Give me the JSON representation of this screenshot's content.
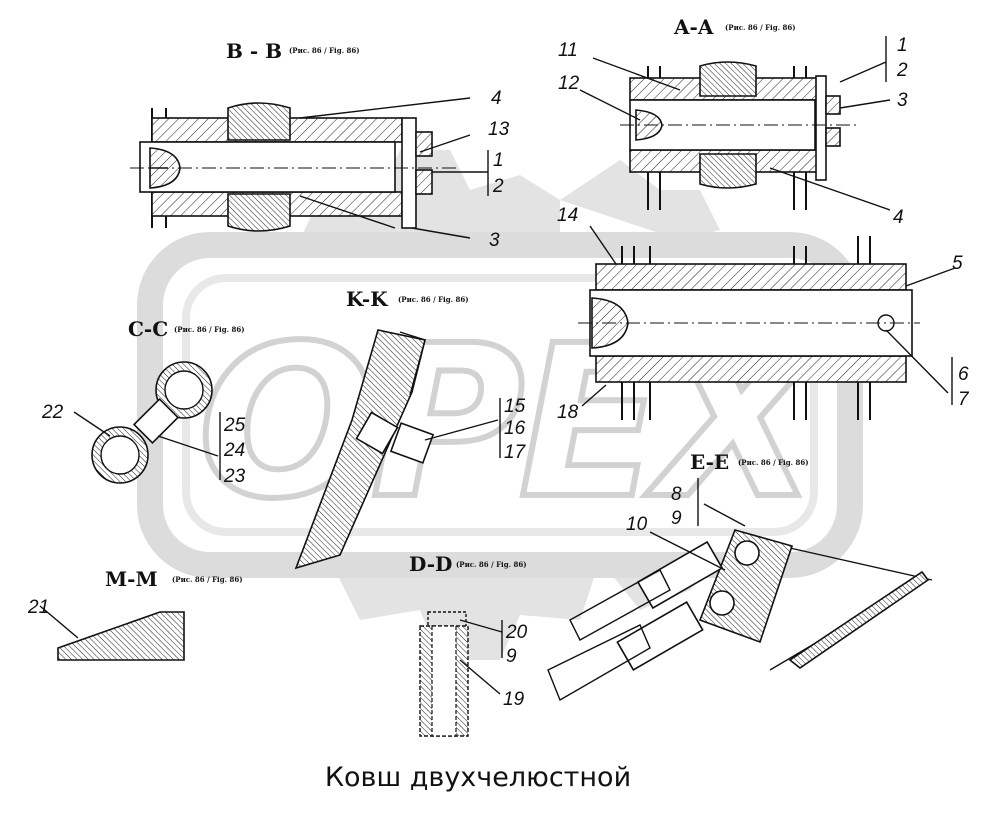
{
  "watermark": {
    "logo_text": "OPEX",
    "color": "#d2d2d2"
  },
  "caption": "Ковш двухчелюстной",
  "sections": {
    "bb": {
      "title": "B - B",
      "ref": "(Рис. 86 / Fig. 86)"
    },
    "aa": {
      "title": "A-A",
      "ref": "(Рис. 86 / Fig. 86)"
    },
    "kk": {
      "title": "K-K",
      "ref": "(Рис. 86 / Fig. 86)"
    },
    "cc": {
      "title": "C-C",
      "ref": "(Рис. 86 / Fig. 86)"
    },
    "ee": {
      "title": "E-E",
      "ref": "(Рис. 86 / Fig. 86)"
    },
    "mm": {
      "title": "M-M",
      "ref": "(Рис. 86 / Fig. 86)"
    },
    "dd": {
      "title": "D-D",
      "ref": "(Рис. 86 / Fig. 86)"
    }
  },
  "callouts": {
    "n1a": "1",
    "n2a": "2",
    "n3a": "3",
    "n4a": "4",
    "n13": "13",
    "n11": "11",
    "n12": "12",
    "n1b": "1",
    "n2b": "2",
    "n3b": "3",
    "n4b": "4",
    "n14": "14",
    "n5": "5",
    "n6": "6",
    "n7": "7",
    "n18": "18",
    "n15": "15",
    "n16": "16",
    "n17": "17",
    "n22": "22",
    "n25": "25",
    "n24": "24",
    "n23": "23",
    "n8": "8",
    "n9a": "9",
    "n10": "10",
    "n21": "21",
    "n20": "20",
    "n9b": "9",
    "n19": "19"
  }
}
